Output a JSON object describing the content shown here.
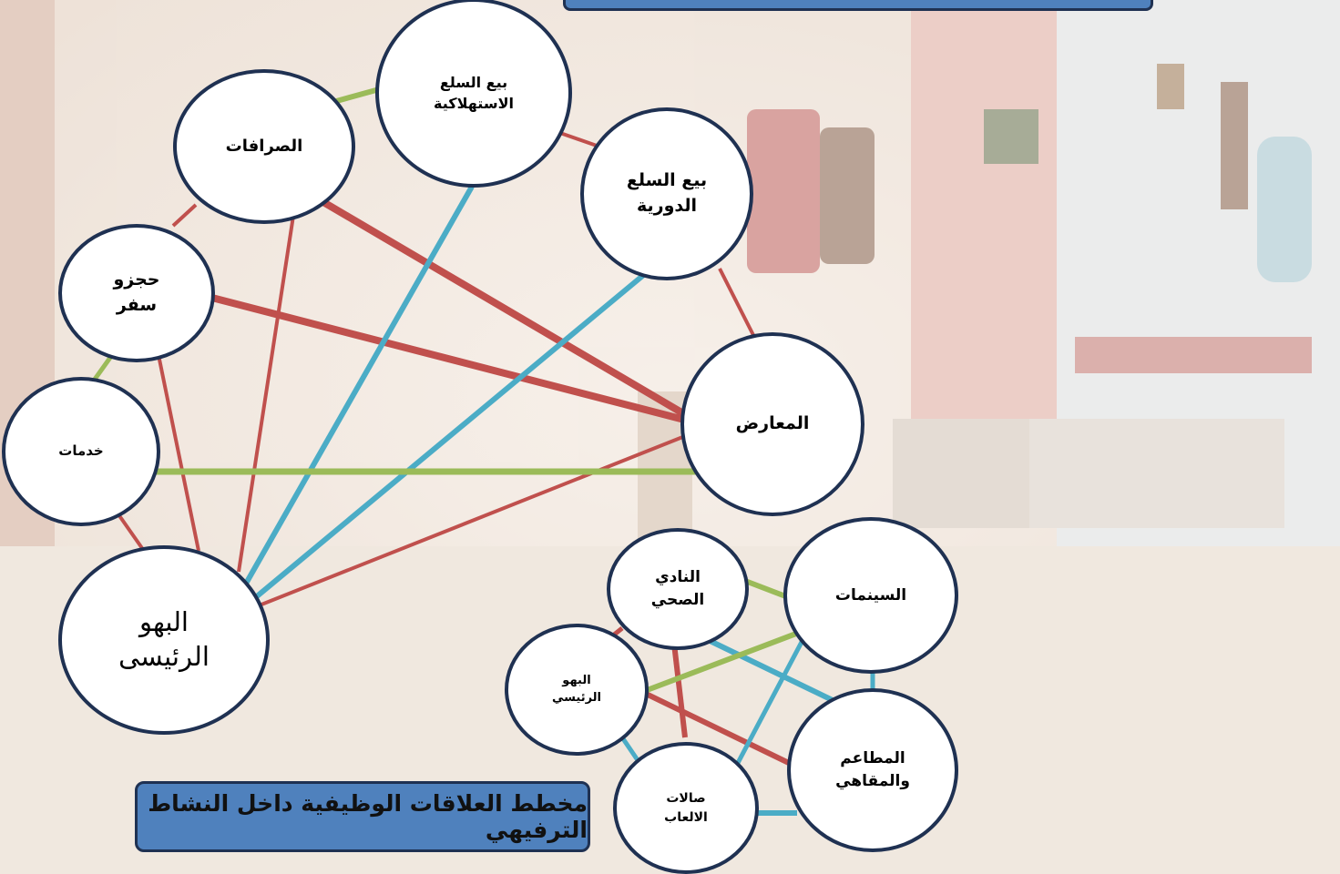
{
  "caption": "مخطط العلاقات الوظيفية داخل النشاط الترفيهي",
  "colors": {
    "strong": "#c0504d",
    "medium": "#4bacc6",
    "weak": "#9bbb59",
    "node_border": "#1f3152",
    "caption_fill": "#4f81bd"
  },
  "nodes": {
    "consumer_goods": "بيع السلع\nالاستهلاكية",
    "exchange": "الصرافات",
    "periodic_goods": "بيع السلع\nالدورية",
    "travel_booking": "حجزو\nسفر",
    "services": "خدمات",
    "exhibitions": "المعارض",
    "main_hall": "البهو\nالرئيسى",
    "health_club": "النادي\nالصحي",
    "cinemas": "السينمات",
    "main_hall_2": "البهو\nالرئيسي",
    "restaurants": "المطاعم\nوالمقاهي",
    "game_halls": "صالات\nالالعاب"
  }
}
